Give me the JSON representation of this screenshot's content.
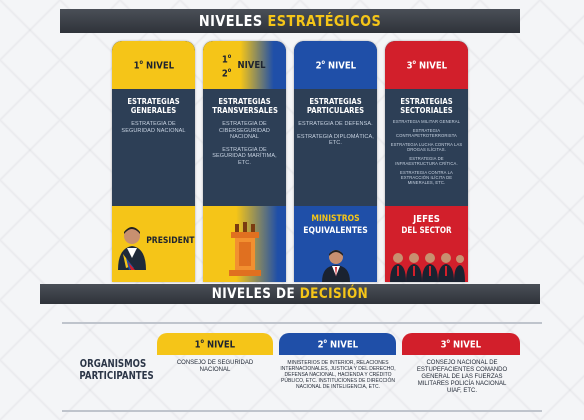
{
  "title": {
    "part1": "NIVELES ",
    "part2": "ESTRATÉGICOS"
  },
  "columns": [
    {
      "level_num": "1",
      "level_sup": "o",
      "level_label": "NIVEL",
      "strategy_title": "ESTRATEGIAS GENERALES",
      "items": [
        "ESTRATEGIA DE SEGURIDAD NACIONAL"
      ],
      "foot_label": "PRESIDENTE",
      "colors": {
        "head": "#f5c518",
        "head_text": "#1d2330",
        "foot": "#f5c518"
      }
    },
    {
      "level_num_top": "1",
      "level_sup_top": "o",
      "level_num_bottom": "2",
      "level_sup_bottom": "o",
      "level_label": "NIVEL",
      "strategy_title": "ESTRATEGIAS TRANSVERSALES",
      "items": [
        "ESTRATEGIA DE CIBERSEGURIDAD NACIONAL",
        "ESTRATEGIA DE SEGURIDAD MARÍTIMA, ETC."
      ],
      "foot_label": "",
      "colors": {
        "head": "#f5c518",
        "head_alt": "#1f4fa8",
        "foot": "#f5c518",
        "foot_alt": "#1f4fa8"
      }
    },
    {
      "level_num": "2",
      "level_sup": "o",
      "level_label": "NIVEL",
      "strategy_title": "ESTRATEGIAS PARTICULARES",
      "items": [
        "ESTRATEGIA DE DEFENSA.",
        "ESTRATEGIA DIPLOMÁTICA, ETC."
      ],
      "foot_label_1": "MINISTROS",
      "foot_label_2": "EQUIVALENTES",
      "colors": {
        "head": "#1f4fa8",
        "head_text": "#ffffff",
        "foot": "#1f4fa8"
      }
    },
    {
      "level_num": "3",
      "level_sup": "o",
      "level_label": "NIVEL",
      "strategy_title": "ESTRATEGIAS SECTORIALES",
      "items": [
        "ESTRATEGIA MILITAR GENERAL",
        "ESTRATEGIA CONTRAPETROTERRORISTA",
        "ESTRATEGIA LUCHA CONTRA LAS DROGAS ILÍCITAS.",
        "ESTRATEGIA DE INFRAESTRUCTURA CRÍTICA.",
        "ESTRATEGIA CONTRA LA EXTRACCIÓN ILÍCITA DE MINERALES, ETC."
      ],
      "foot_label_1": "JEFES",
      "foot_label_2": "DEL SECTOR",
      "colors": {
        "head": "#d21f2b",
        "head_text": "#ffffff",
        "foot": "#d21f2b"
      }
    }
  ],
  "mid_title": {
    "part1": "NIVELES DE ",
    "part2": "DECISIÓN"
  },
  "organismos": {
    "label": "ORGANISMOS PARTICIPANTES",
    "boxes": [
      {
        "num": "1",
        "sup": "o",
        "label": "NIVEL",
        "text": "CONSEJO DE SEGURIDAD NACIONAL",
        "color": "#f5c518",
        "text_color": "#1d2330"
      },
      {
        "num": "2",
        "sup": "o",
        "label": "NIVEL",
        "text": "MINISTERIOS DE INTERIOR, RELACIONES INTERNACIONALES, JUSTICIA Y DEL DERECHO, DEFENSA NACIONAL, HACIENDA Y CRÉDITO PÚBLICO, ETC. INSTITUCIONES DE DIRECCIÓN NACIONAL DE INTELIGENCIA, ETC.",
        "color": "#1f4fa8",
        "text_color": "#ffffff"
      },
      {
        "num": "3",
        "sup": "o",
        "label": "NIVEL",
        "text": "CONSEJO NACIONAL DE ESTUPEFACIENTES COMANDO GENERAL DE LAS FUERZAS MILITARES POLICÍA NACIONAL UIAF, ETC.",
        "color": "#d21f2b",
        "text_color": "#ffffff"
      }
    ]
  }
}
